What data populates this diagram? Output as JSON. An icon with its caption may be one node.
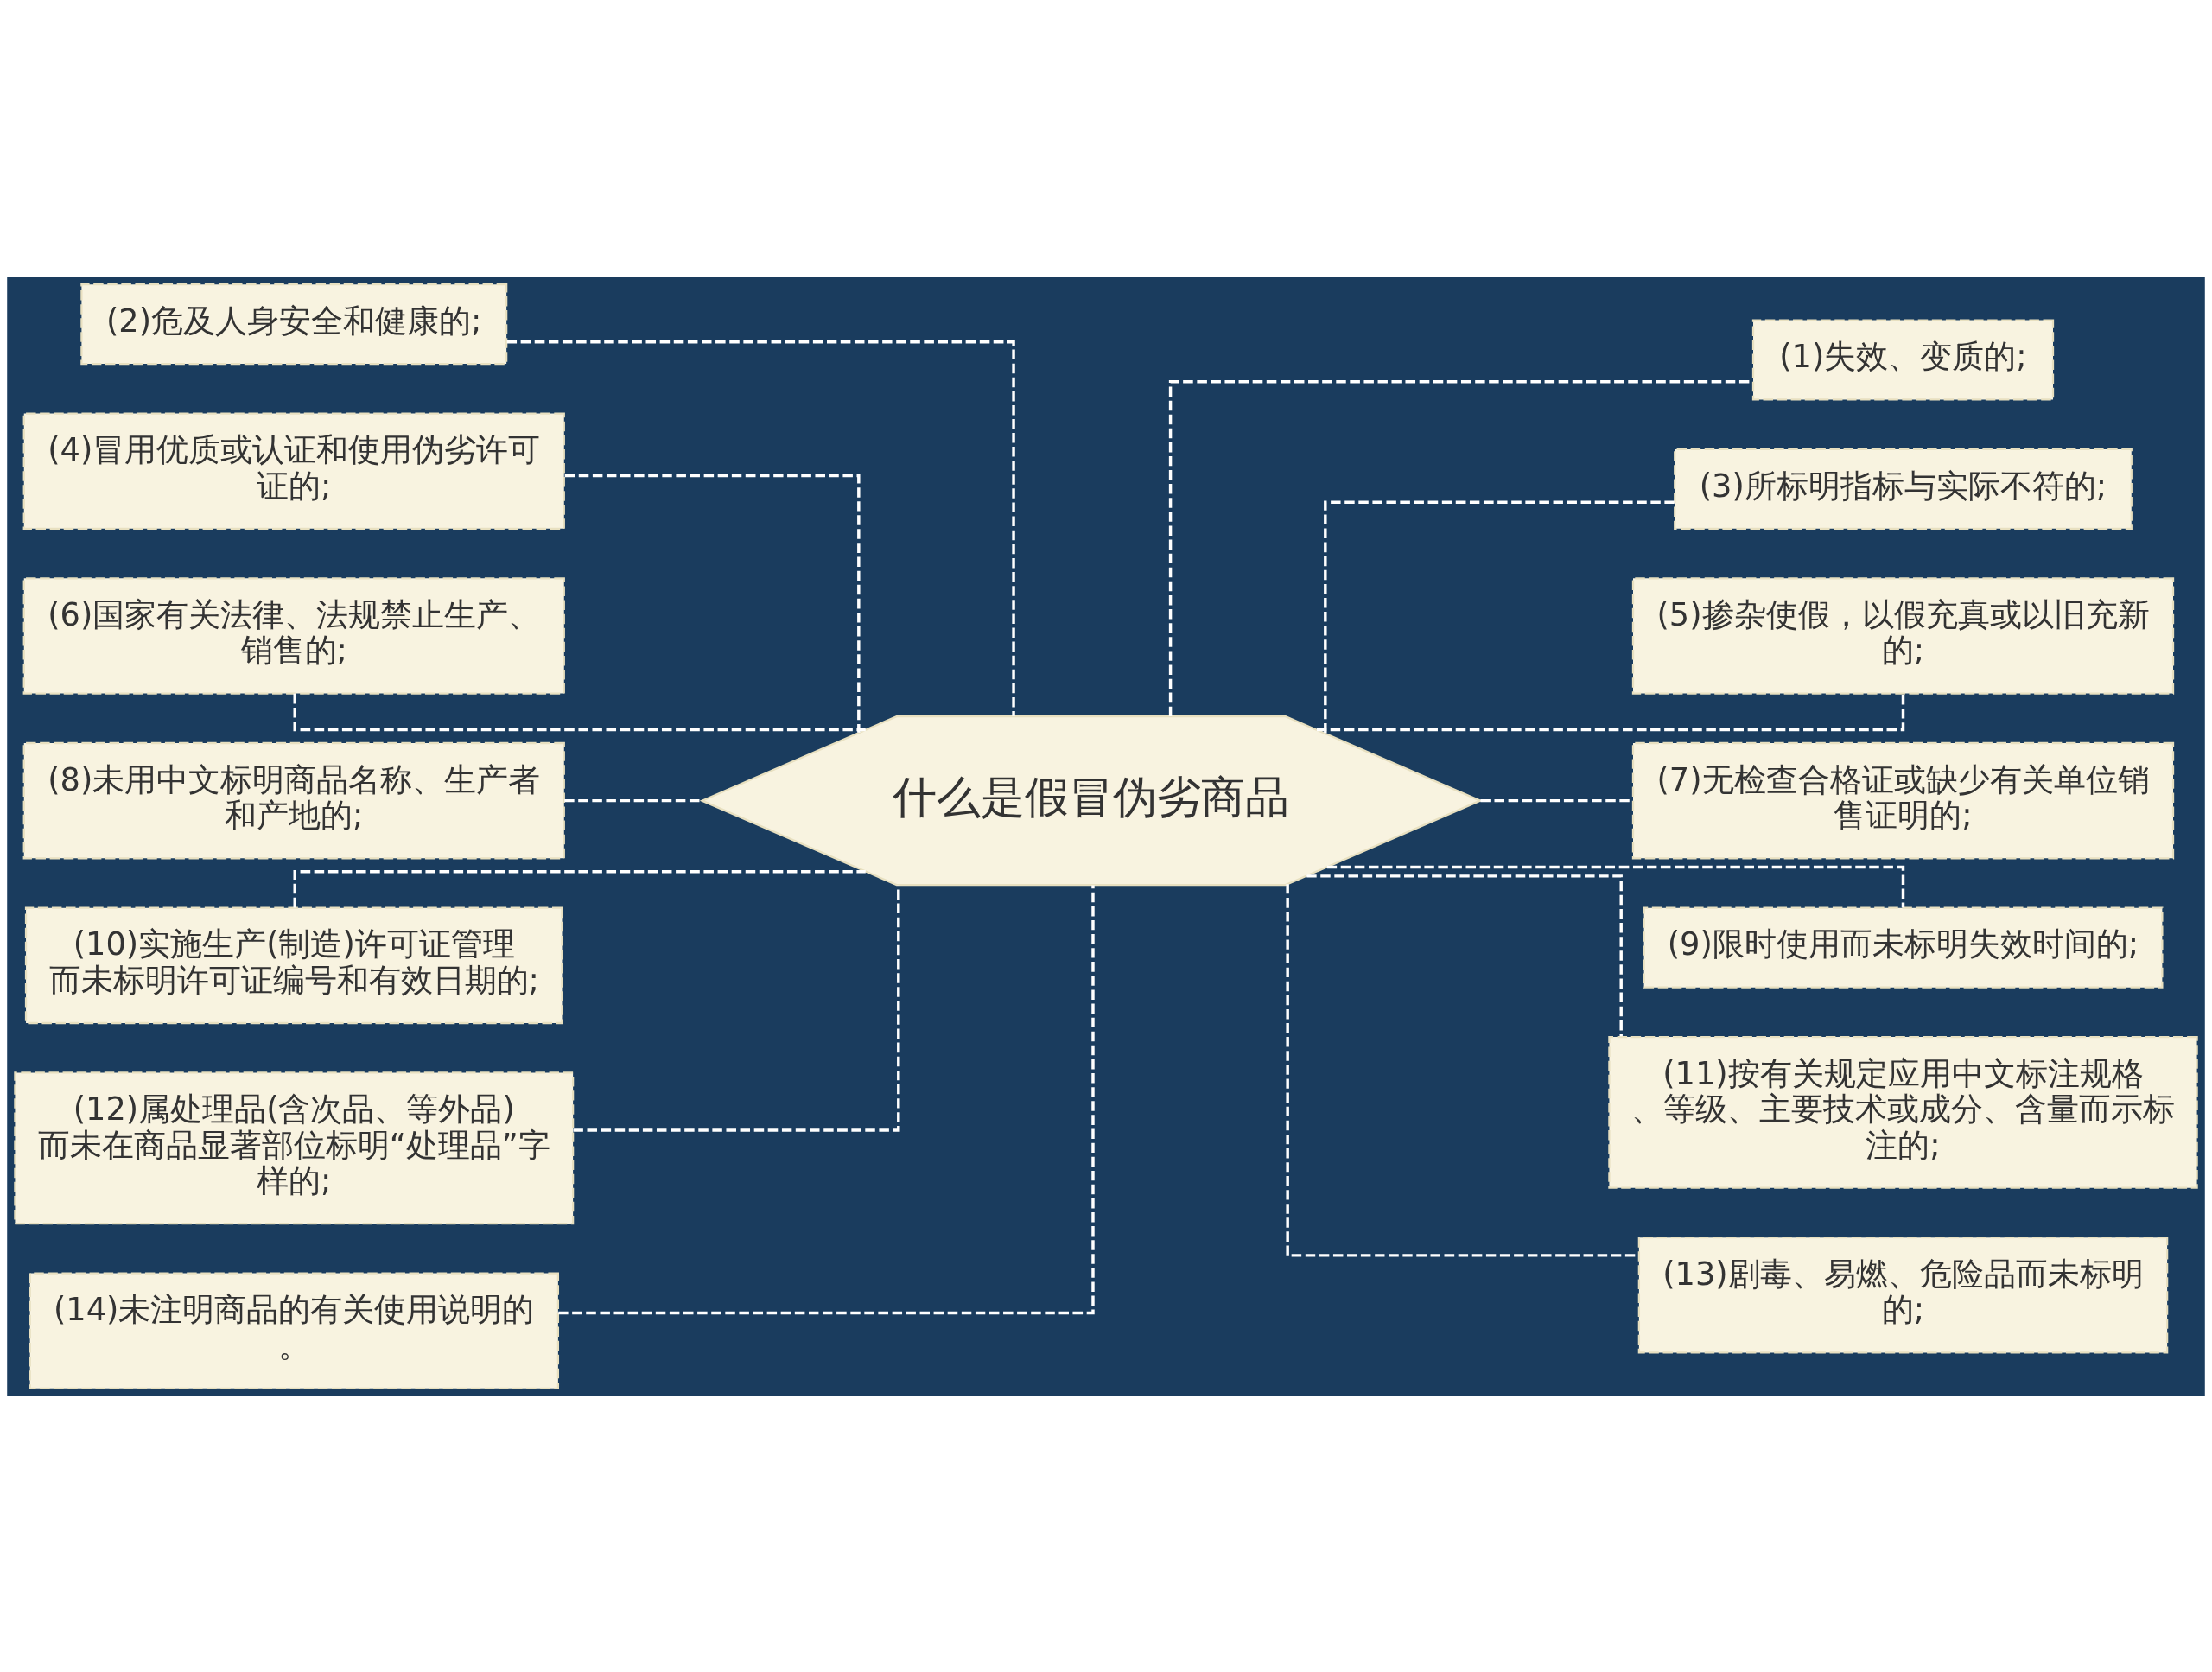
{
  "diagram": {
    "nodes": [
      {
        "text": [
          "什么是假冒伪劣商品"
        ]
      },
      {
        "text": [
          "(1)失效、变质的;"
        ]
      },
      {
        "text": [
          "(2)危及人身安全和健康的;"
        ]
      },
      {
        "text": [
          "(3)所标明指标与实际不符的;"
        ]
      },
      {
        "text": [
          "(4)冒用优质或认证和使用伪劣许可证的;"
        ]
      },
      {
        "text": [
          "(5)掺杂使假，以假充真或以旧充新的;"
        ]
      },
      {
        "text": [
          "(6)国家有关法律、法规禁止生产、销售的;"
        ]
      },
      {
        "text": [
          "(7)无检查合格证或缺少有关单位销售证明的;"
        ]
      },
      {
        "text": [
          "(8)未用中文标明商品名称、生产者和产地的;"
        ]
      },
      {
        "text": [
          "(9)限时使用而未标明失效时间的;"
        ]
      },
      {
        "text": [
          "(10)实施生产(制造)许可证管理而未标明许可证编号和有效日期的;"
        ]
      },
      {
        "text": [
          "(11)按有关规定应用中文标注规格、等级、主要技术或成分、含量而示标注的;"
        ]
      },
      {
        "text": [
          "(12)属处理品(含次品、等外品)而未在商品显著部位标明“处理品”字样的;"
        ]
      },
      {
        "text": [
          "(13)剧毒、易燃、危险品而未标明的;"
        ]
      },
      {
        "text": [
          "(14)未注明商品的有关使用说明的。"
        ]
      }
    ],
    "edges": [
      {
        "from": 0,
        "to": 1,
        "arrow": "none",
        "style": "dashed"
      },
      {
        "from": 0,
        "to": 2,
        "arrow": "none",
        "style": "dashed"
      },
      {
        "from": 0,
        "to": 3,
        "arrow": "none",
        "style": "dashed"
      },
      {
        "from": 0,
        "to": 4,
        "arrow": "none",
        "style": "dashed"
      },
      {
        "from": 0,
        "to": 5,
        "arrow": "none",
        "style": "dashed"
      },
      {
        "from": 0,
        "to": 6,
        "arrow": "none",
        "style": "dashed"
      },
      {
        "from": 0,
        "to": 7,
        "arrow": "none",
        "style": "dashed"
      },
      {
        "from": 0,
        "to": 8,
        "arrow": "none",
        "style": "dashed"
      },
      {
        "from": 0,
        "to": 9,
        "arrow": "none",
        "style": "dashed"
      },
      {
        "from": 0,
        "to": 10,
        "arrow": "none",
        "style": "dashed"
      },
      {
        "from": 0,
        "to": 11,
        "arrow": "none",
        "style": "dashed"
      },
      {
        "from": 0,
        "to": 12,
        "arrow": "none",
        "style": "dashed"
      },
      {
        "from": 0,
        "to": 13,
        "arrow": "none",
        "style": "dashed"
      },
      {
        "from": 0,
        "to": 14,
        "arrow": "none",
        "style": "dashed"
      }
    ]
  }
}
